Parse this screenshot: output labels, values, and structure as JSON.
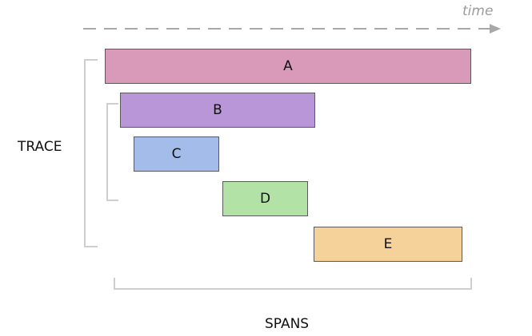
{
  "time_axis": {
    "label": "time"
  },
  "trace": {
    "label": "TRACE"
  },
  "spans_label": "SPANS",
  "spans": [
    {
      "id": "A",
      "label": "A",
      "color": "#d89ab8"
    },
    {
      "id": "B",
      "label": "B",
      "color": "#b996d8"
    },
    {
      "id": "C",
      "label": "C",
      "color": "#a3bcea"
    },
    {
      "id": "D",
      "label": "D",
      "color": "#b2e2a6"
    },
    {
      "id": "E",
      "label": "E",
      "color": "#f6d29b"
    }
  ],
  "colors": {
    "arrow": "#a8a8a8",
    "bracket": "#cfcfcf",
    "border": "#5a5a5a",
    "time_text": "#9b9b9b"
  }
}
